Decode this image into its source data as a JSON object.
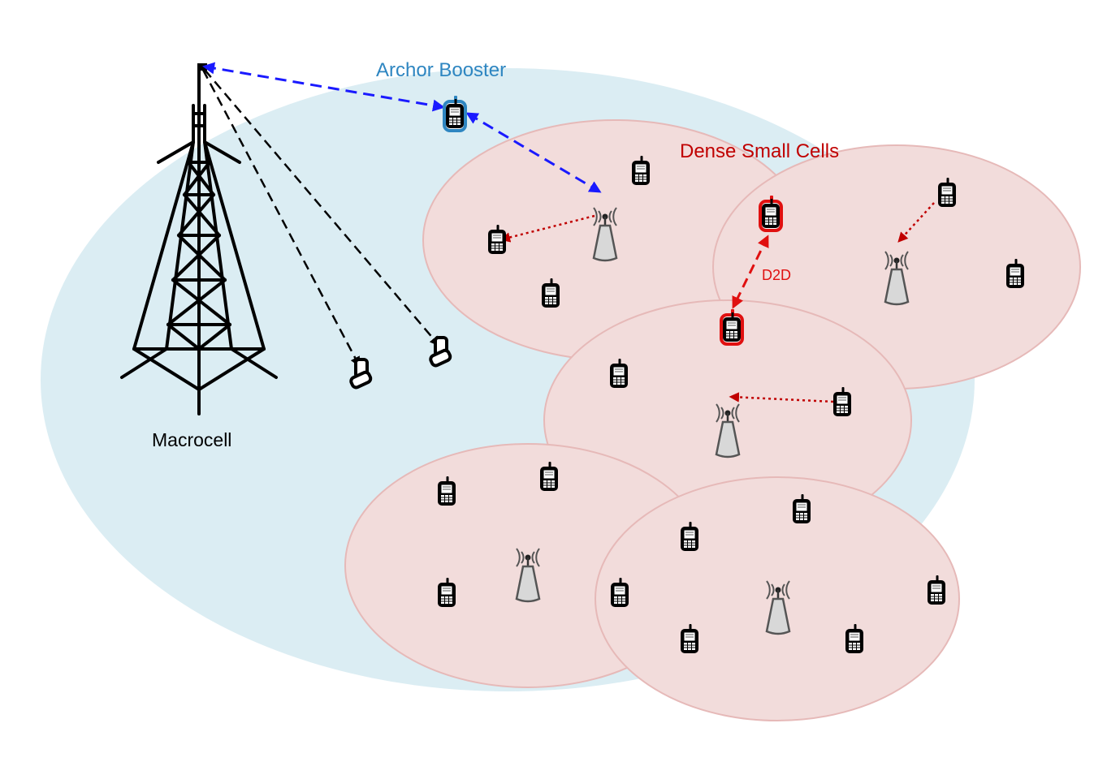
{
  "labels": {
    "macrocell": "Macrocell",
    "anchor_booster": "Archor Booster",
    "dense_small_cells": "Dense Small Cells",
    "d2d": "D2D"
  },
  "colors": {
    "macro_area": "#dbedf3",
    "small_cell_fill": "#f2dcdb",
    "small_cell_stroke": "#e6b9b8",
    "anchor_color": "#2e86c1",
    "anchor_link": "#1a1aff",
    "red_accent": "#e01010",
    "dark_red_text": "#c00000",
    "black": "#000000",
    "gray_device": "#8c8c8c"
  },
  "icons": {
    "macro_tower": "lattice-tower-icon",
    "small_cell_base_station": "small-cell-antenna-icon",
    "user_equipment": "cell-phone-icon",
    "flip_phone": "flip-phone-icon"
  }
}
